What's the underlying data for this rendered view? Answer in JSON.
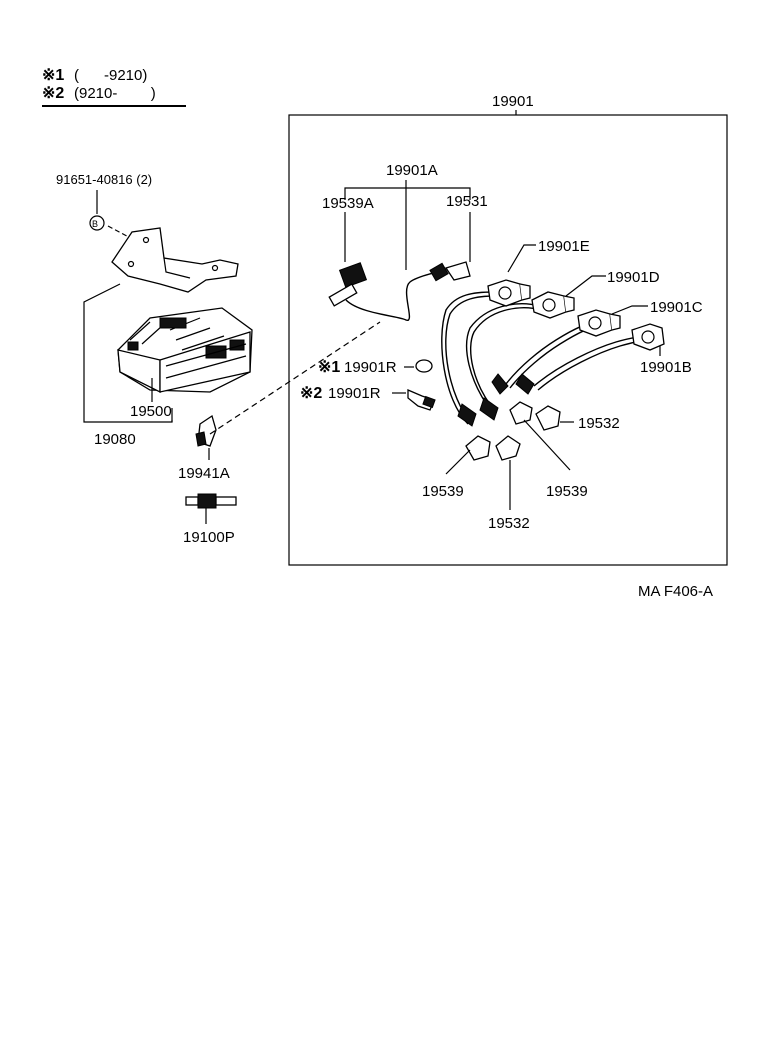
{
  "legend": {
    "note1": {
      "mark": "※1",
      "range": "(      -9210)"
    },
    "note2": {
      "mark": "※2",
      "range": "(9210-        )"
    }
  },
  "labels": {
    "assembly": "19901",
    "bolt": "91651-40816 (2)",
    "bolt_mark": "B",
    "ignitor": "19500",
    "bracket_group": "19080",
    "clamp": "19941A",
    "plug": "19100P",
    "cord_a": "19901A",
    "clip_a": "19539A",
    "holder_a": "19531",
    "cord_e": "19901E",
    "cord_d": "19901D",
    "cord_c": "19901C",
    "cord_b": "19901B",
    "r1_mark": "※1",
    "r1": "19901R",
    "r2_mark": "※2",
    "r2": "19901R",
    "clip_right": "19532",
    "clip_left": "19539",
    "clip_mid": "19539",
    "clip_bottom": "19532"
  },
  "diagram_code": "MA F406-A"
}
